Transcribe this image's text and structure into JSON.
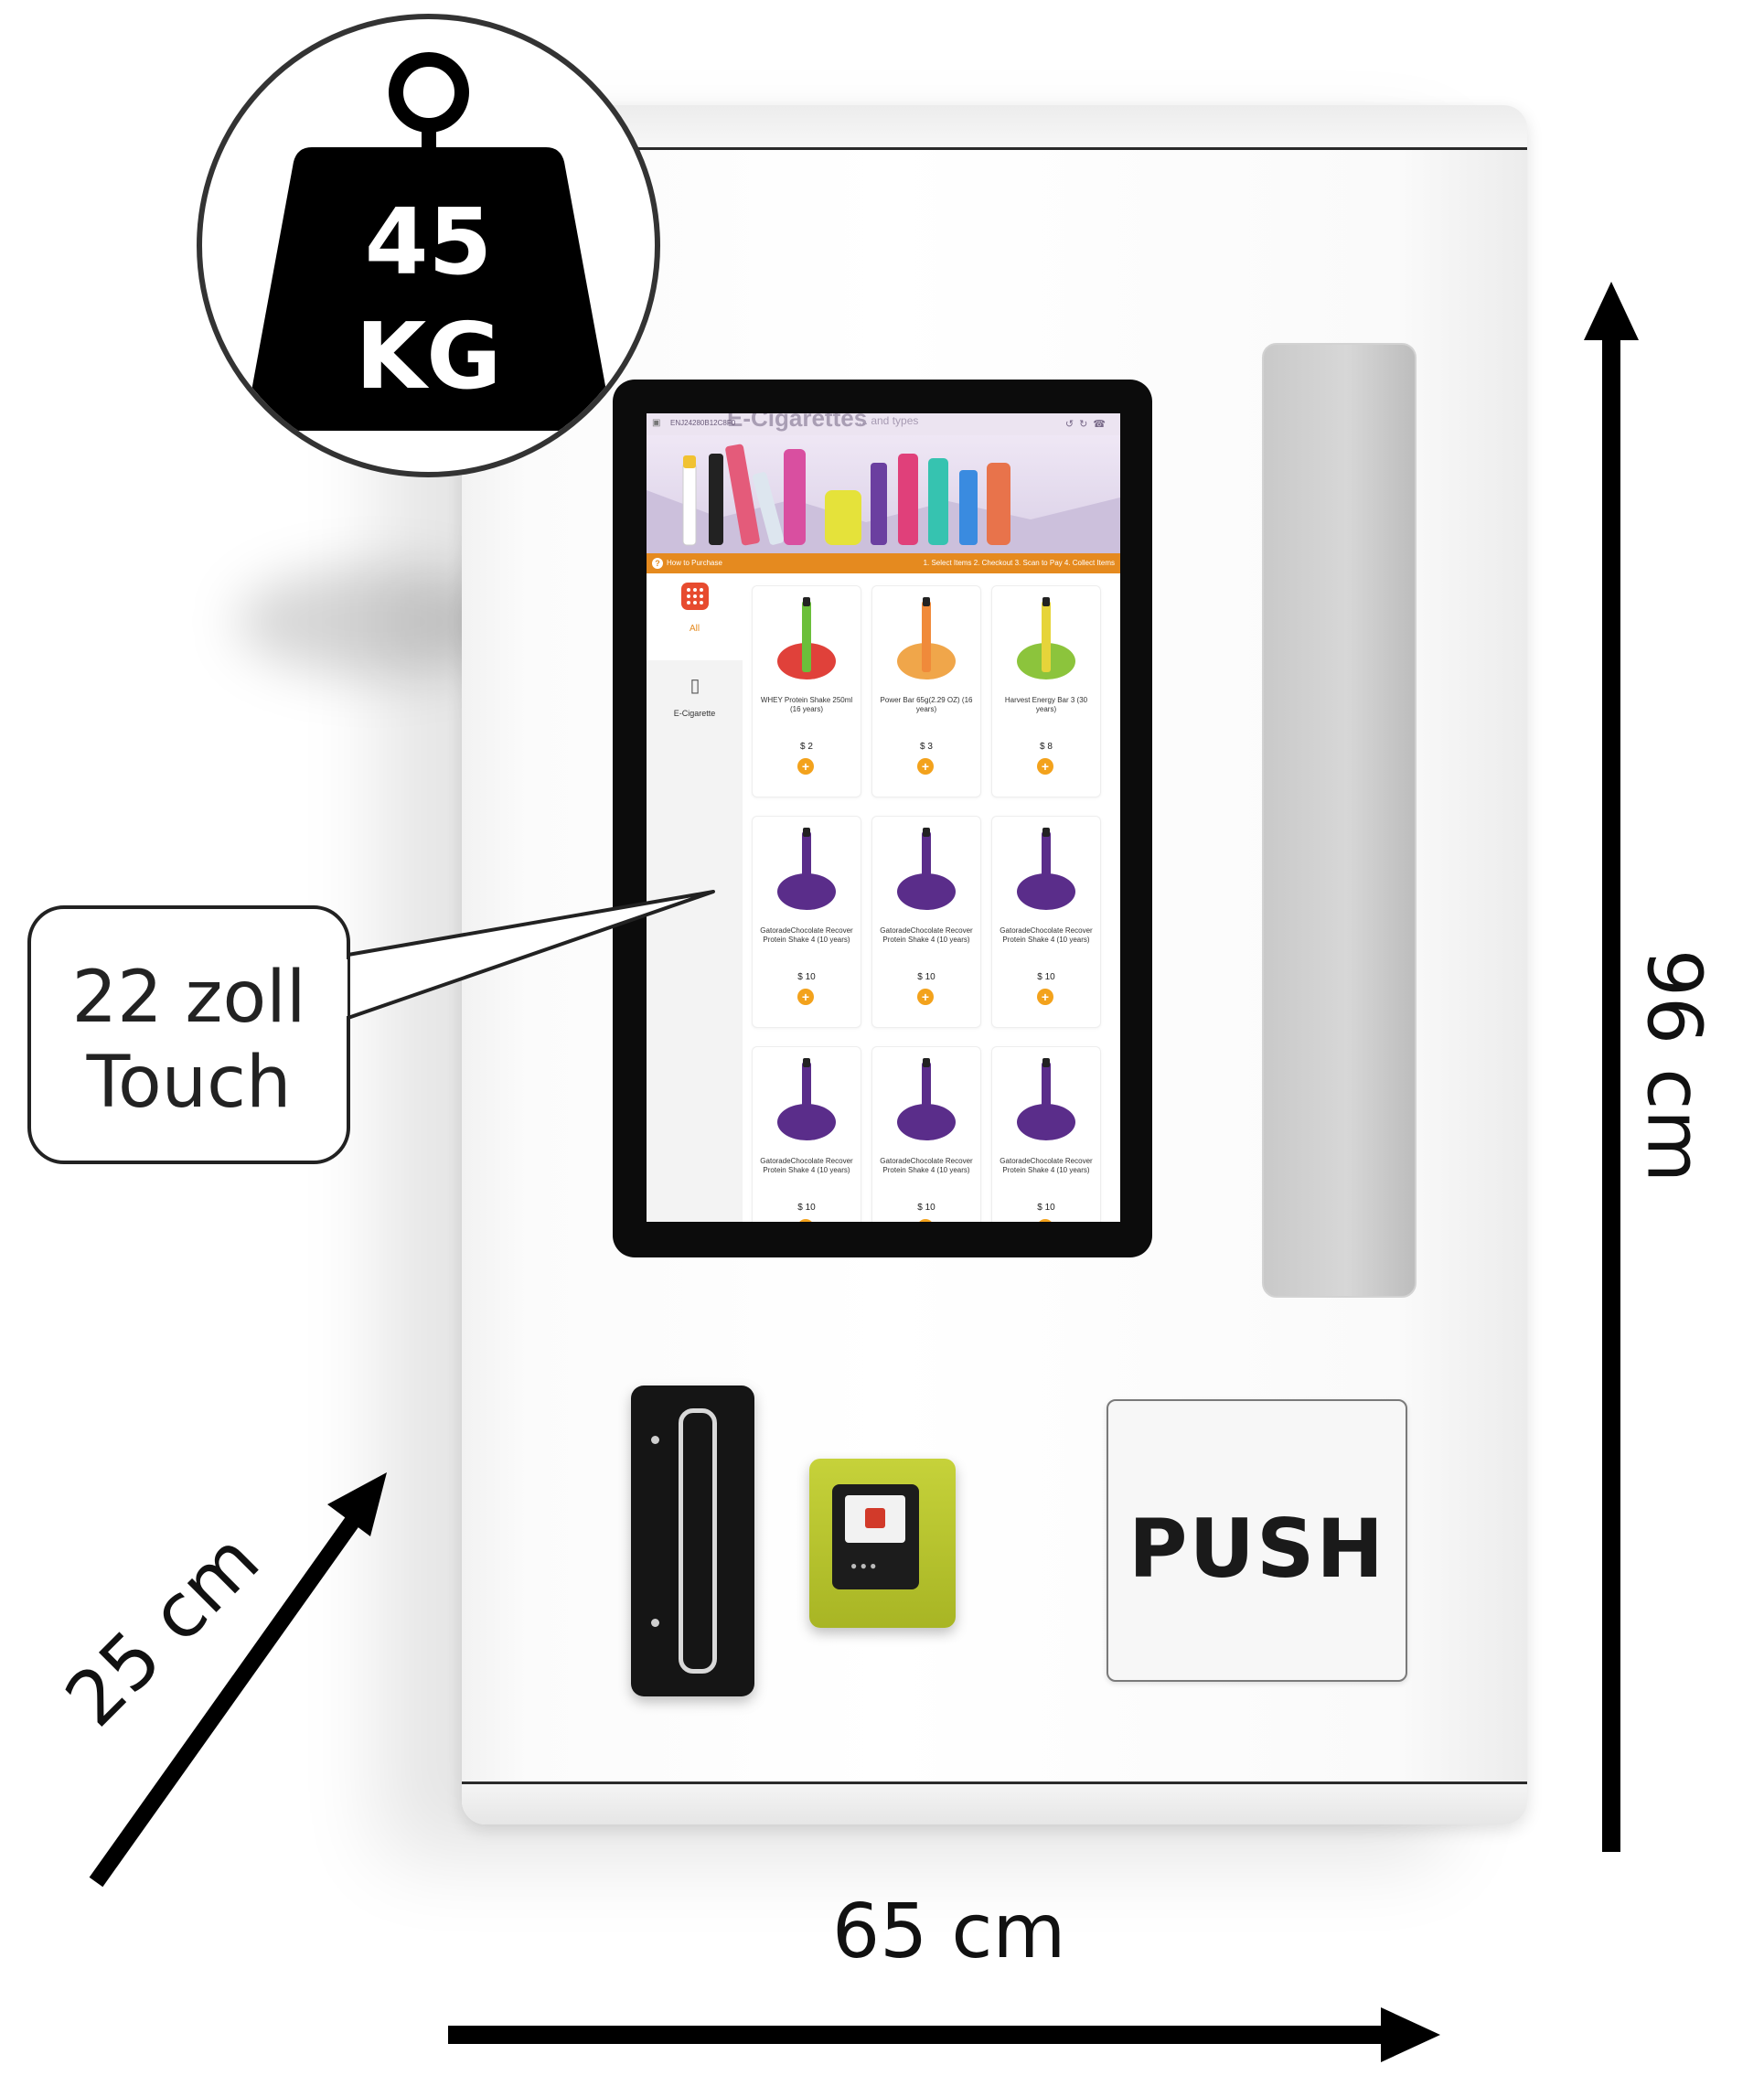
{
  "weight": {
    "value": "45",
    "unit": "KG"
  },
  "callout": {
    "line1": "22 zoll",
    "line2": "Touch"
  },
  "dimensions": {
    "height": "96 cm",
    "width": "65 cm",
    "depth": "25 cm"
  },
  "push_button": {
    "label": "PUSH"
  },
  "screen": {
    "url": "ENJ24280B12C8F0",
    "title": "E-Cigarettes",
    "subtitle": "... and types",
    "how_to": "How to Purchase",
    "steps": "1. Select Items 2. Checkout 3. Scan to Pay 4. Collect Items",
    "sidebar": [
      {
        "label": "All",
        "icon": "grid-icon",
        "active": true
      },
      {
        "label": "E-Cigarette",
        "icon": "e-cigarette-icon",
        "active": false
      }
    ],
    "products": [
      {
        "name": "WHEY Protein Shake 250ml (16 years)",
        "price": "$ 2",
        "flavor": "watermelon"
      },
      {
        "name": "Power Bar 65g(2.29 OZ) (16 years)",
        "price": "$ 3",
        "flavor": "peach"
      },
      {
        "name": "Harvest Energy Bar 3 (30 years)",
        "price": "$ 8",
        "flavor": "kiwi"
      },
      {
        "name": "GatoradeChocolate Recover Protein Shake 4 (10 years)",
        "price": "$ 10",
        "flavor": "grape"
      },
      {
        "name": "GatoradeChocolate Recover Protein Shake 4 (10 years)",
        "price": "$ 10",
        "flavor": "grape"
      },
      {
        "name": "GatoradeChocolate Recover Protein Shake 4 (10 years)",
        "price": "$ 10",
        "flavor": "grape"
      },
      {
        "name": "GatoradeChocolate Recover Protein Shake 4 (10 years)",
        "price": "$ 10",
        "flavor": "grape"
      },
      {
        "name": "GatoradeChocolate Recover Protein Shake 4 (10 years)",
        "price": "$ 10",
        "flavor": "grape"
      },
      {
        "name": "GatoradeChocolate Recover Protein Shake 4 (10 years)",
        "price": "$ 10",
        "flavor": "grape"
      }
    ]
  },
  "colors": {
    "accent": "#e58a1f",
    "add_button": "#f3a21c",
    "reader": "#c6d23a"
  }
}
